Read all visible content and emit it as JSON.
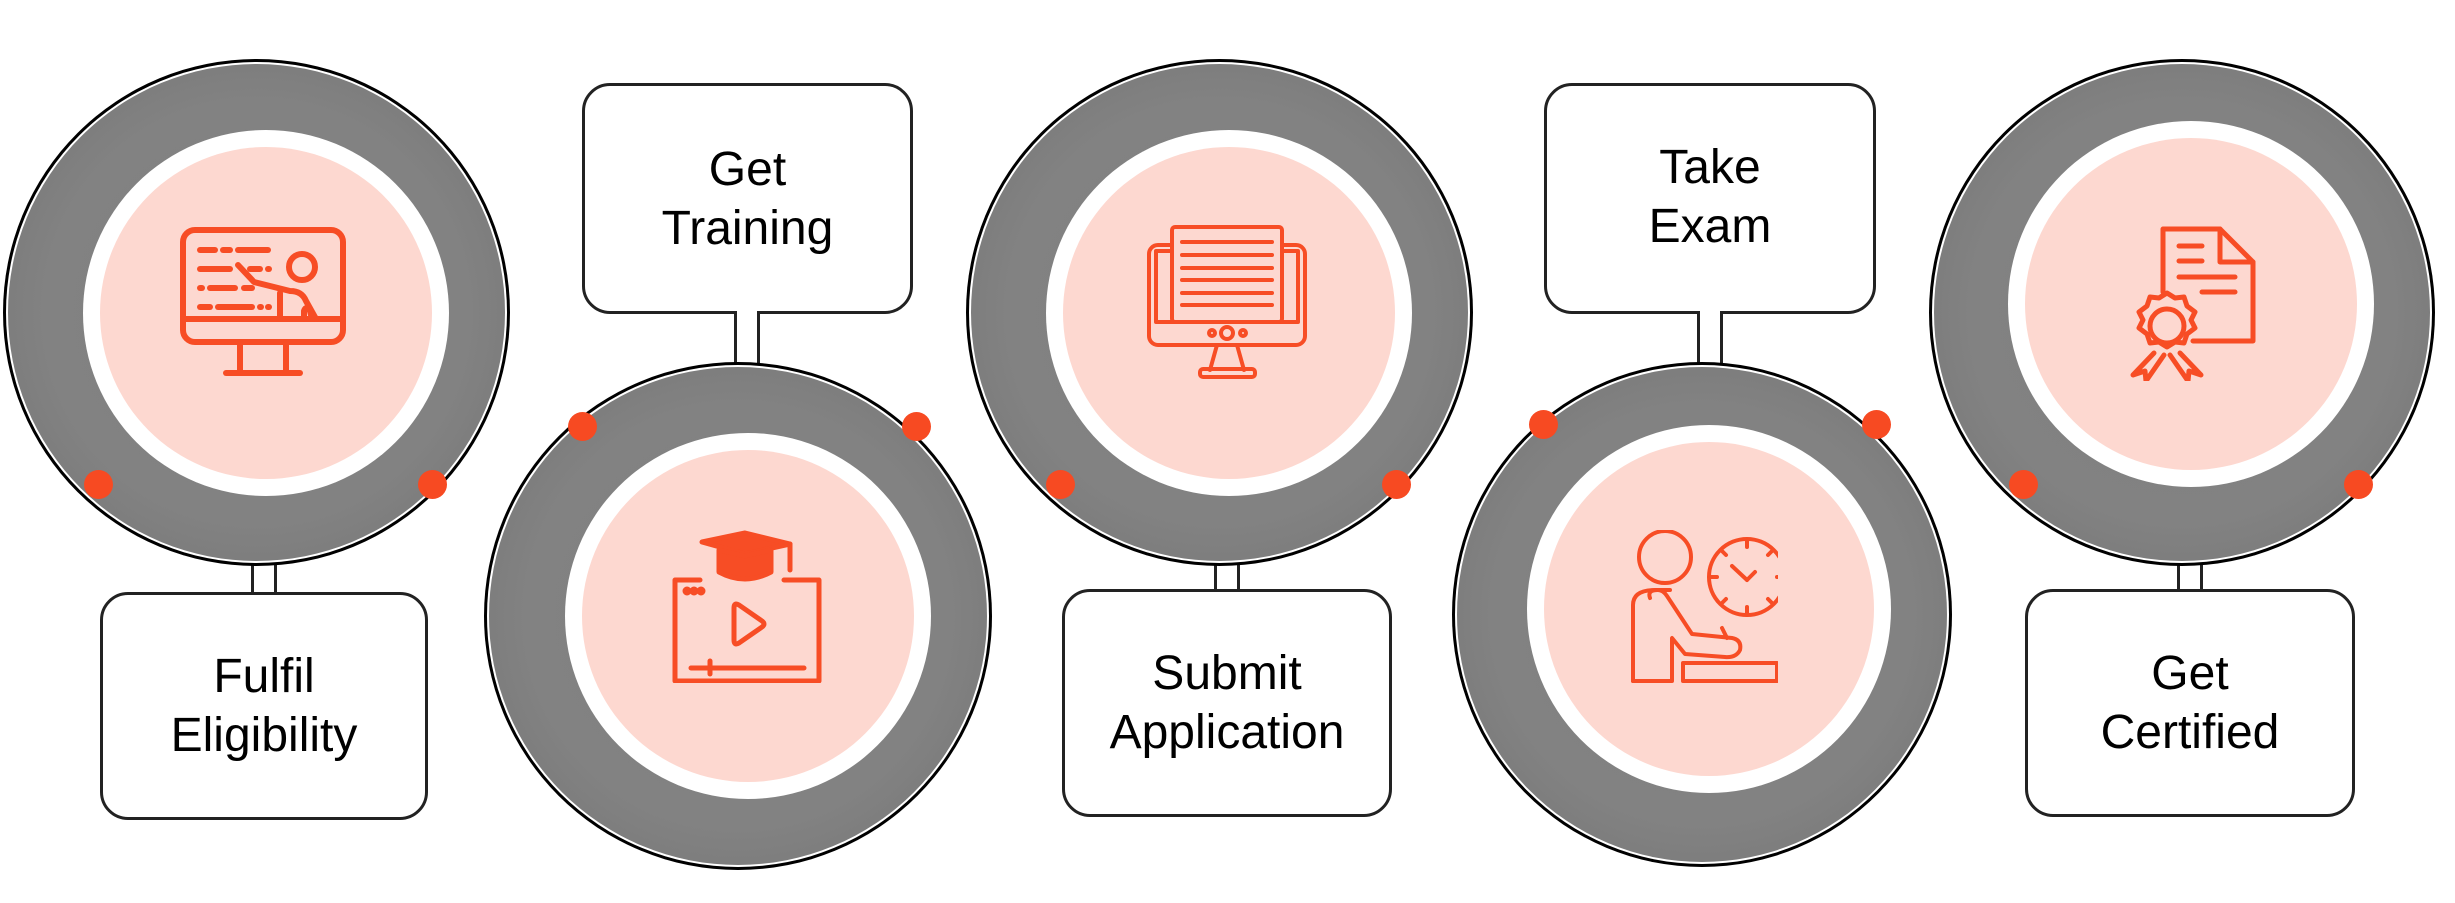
{
  "diagram": {
    "type": "process-flow",
    "colors": {
      "accent": "#f74a22",
      "icon_stroke": "#f74d25",
      "inner_fill": "#fdd8d0",
      "ring_gray": "#808080",
      "outline": "#222222"
    },
    "steps": [
      {
        "order": 1,
        "label": "Fulfil\nEligibility",
        "icon": "teacher-presentation-monitor-icon",
        "label_position": "below"
      },
      {
        "order": 2,
        "label": "Get\nTraining",
        "icon": "graduation-cap-video-icon",
        "label_position": "above"
      },
      {
        "order": 3,
        "label": "Submit\nApplication",
        "icon": "document-on-monitor-icon",
        "label_position": "below"
      },
      {
        "order": 4,
        "label": "Take\nExam",
        "icon": "person-writing-exam-clock-icon",
        "label_position": "above"
      },
      {
        "order": 5,
        "label": "Get\nCertified",
        "icon": "certificate-ribbon-icon",
        "label_position": "below"
      }
    ]
  }
}
